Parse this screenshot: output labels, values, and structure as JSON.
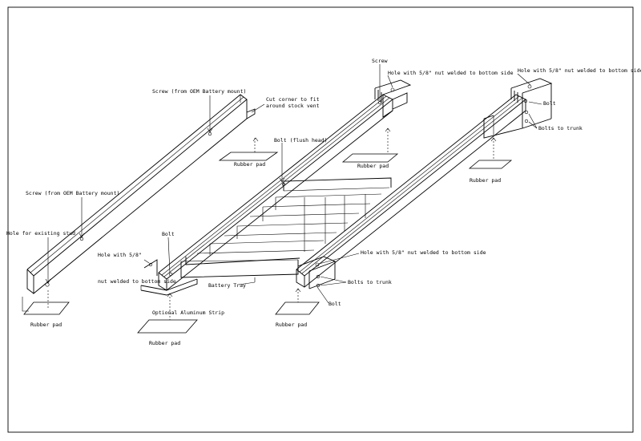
{
  "labels": {
    "screw_oem_top": "Screw (from OEM Battery mount)",
    "cut_corner_1": "Cut corner to fit",
    "cut_corner_2": "around stock vent",
    "screw_oem_left": "Screw (from OEM Battery mount)",
    "hole_existing_stud": "Hole for existing stud",
    "rubber_pad_1": "Rubber pad",
    "rubber_pad_2": "Rubber pad",
    "rubber_pad_3": "Rubber pad",
    "rubber_pad_4": "Rubber pad",
    "rubber_pad_5": "Rubber pad",
    "rubber_pad_6": "Rubber pad",
    "bolt_flush": "Bolt (flush head)",
    "screw": "Screw",
    "hole_nut_top_mid": "Hole with 5/8\" nut welded to bottom side",
    "hole_nut_top_right": "Hole with 5/8\" nut welded to bottom side",
    "bolt_right": "Bolt",
    "bolts_trunk_right": "Bolts to trunk",
    "bolt_left": "Bolt",
    "hole_nut_left_1": "Hole with 5/8\"",
    "hole_nut_left_2": "nut welded to bottom side",
    "optional_strip": "Optional Aluminum Strip",
    "battery_tray": "Battery Tray",
    "hole_nut_bottom": "Hole with 5/8\" nut welded to bottom side",
    "bolts_trunk_bottom": "Bolts to trunk",
    "bolt_bottom": "Bolt"
  }
}
